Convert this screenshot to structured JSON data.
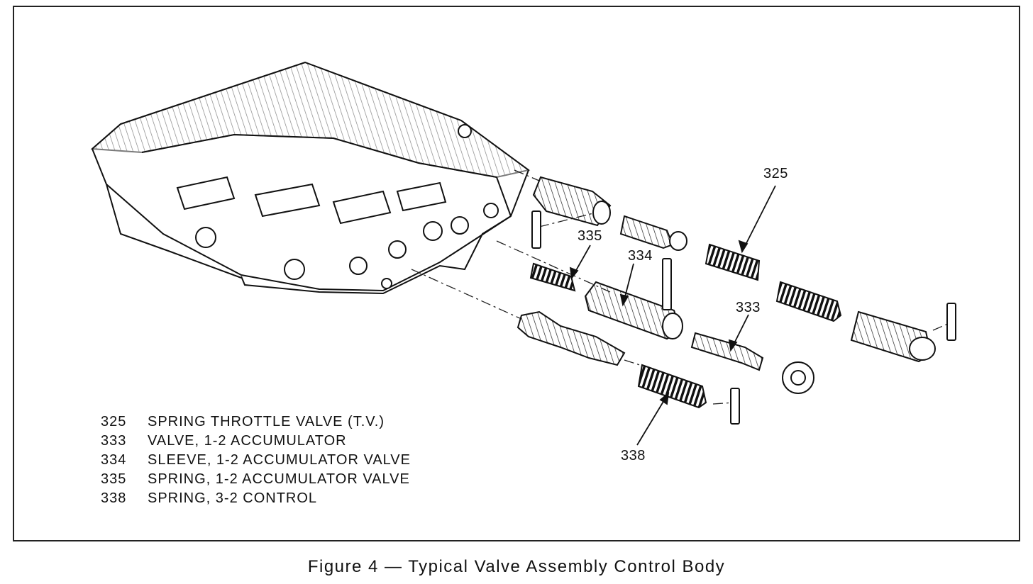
{
  "callouts": {
    "c325": "325",
    "c335": "335",
    "c334": "334",
    "c333": "333",
    "c338": "338"
  },
  "legend": [
    {
      "number": "325",
      "label": "SPRING THROTTLE VALVE (T.V.)"
    },
    {
      "number": "333",
      "label": "VALVE, 1-2 ACCUMULATOR"
    },
    {
      "number": "334",
      "label": "SLEEVE, 1-2 ACCUMULATOR VALVE"
    },
    {
      "number": "335",
      "label": "SPRING, 1-2 ACCUMULATOR VALVE"
    },
    {
      "number": "338",
      "label": "SPRING, 3-2 CONTROL"
    }
  ],
  "caption": "Figure 4 — Typical Valve Assembly Control Body"
}
